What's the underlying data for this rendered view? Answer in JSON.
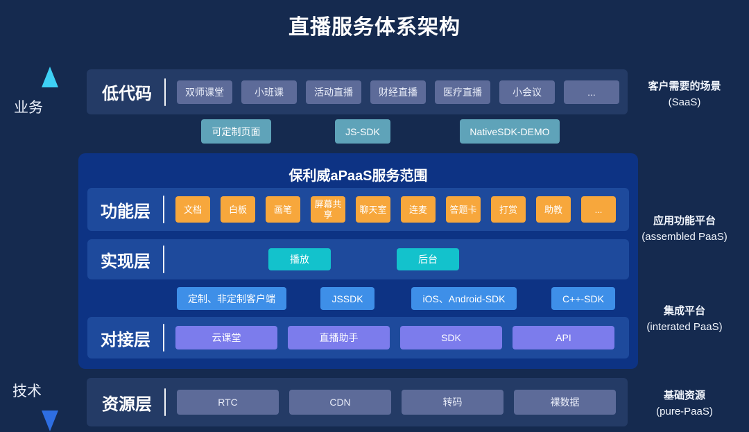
{
  "title": "直播服务体系架构",
  "axis": {
    "top_label": "业务",
    "bottom_label": "技术"
  },
  "lowcode": {
    "label": "低代码",
    "chips": [
      "双师课堂",
      "小班课",
      "活动直播",
      "财经直播",
      "医疗直播",
      "小会议",
      "..."
    ],
    "sub_chips": [
      "可定制页面",
      "JS-SDK",
      "NativeSDK-DEMO"
    ]
  },
  "paas_panel": {
    "title": "保利威aPaaS服务范围",
    "function_layer": {
      "label": "功能层",
      "chips": [
        "文档",
        "白板",
        "画笔",
        "屏幕共享",
        "聊天室",
        "连麦",
        "答题卡",
        "打赏",
        "助教",
        "..."
      ]
    },
    "implementation_layer": {
      "label": "实现层",
      "chips": [
        "播放",
        "后台"
      ]
    },
    "client_chips": [
      "定制、非定制客户端",
      "JSSDK",
      "iOS、Android-SDK",
      "C++-SDK"
    ],
    "interface_layer": {
      "label": "对接层",
      "chips": [
        "云课堂",
        "直播助手",
        "SDK",
        "API"
      ]
    }
  },
  "resource_layer": {
    "label": "资源层",
    "chips": [
      "RTC",
      "CDN",
      "转码",
      "裸数据"
    ]
  },
  "side_notes": [
    {
      "line1": "客户需要的场景",
      "line2": "(SaaS)"
    },
    {
      "line1": "应用功能平台",
      "line2": "(assembled PaaS)"
    },
    {
      "line1": "集成平台",
      "line2": "(interated PaaS)"
    },
    {
      "line1": "基础资源",
      "line2": "(pure-PaaS)"
    }
  ],
  "colors": {
    "background": "#152A4F",
    "band_bg": "#243B66",
    "panel_bg": "#0D3384",
    "panel_row_bg": "#1E4A9C",
    "chip_gray": "#5D6B99",
    "chip_teal_muted": "#5FA3B9",
    "chip_orange": "#F7A73C",
    "chip_cyan": "#13C2CC",
    "chip_blue": "#3E8FE8",
    "chip_purple": "#7C7CEC",
    "arrow_top": "#3ED1F6",
    "arrow_bottom": "#2E6EE2"
  }
}
